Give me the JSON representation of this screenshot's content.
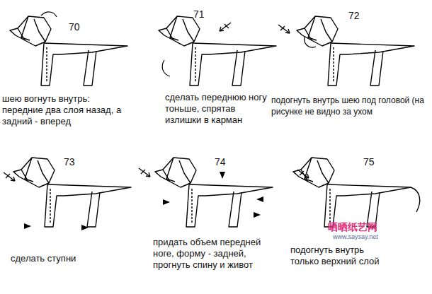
{
  "diagram": {
    "labels": [
      "70",
      "шею вогнуть внутрь: передние два слоя назад, а задний - вперед",
      "71",
      "сделать переднюю ногу тоньше, спрятав излишки в карман",
      "72",
      "подогнуть внутрь шею под головой (на рисунке не видно за ухом",
      "73",
      "сделать ступни",
      "74",
      "придать объем передней ноге, форму - задней, прогнуть спину и живот",
      "75",
      "подогнуть внутрь только верхний слой",
      "晒晒纸艺网",
      "www.saysay.net"
    ]
  }
}
